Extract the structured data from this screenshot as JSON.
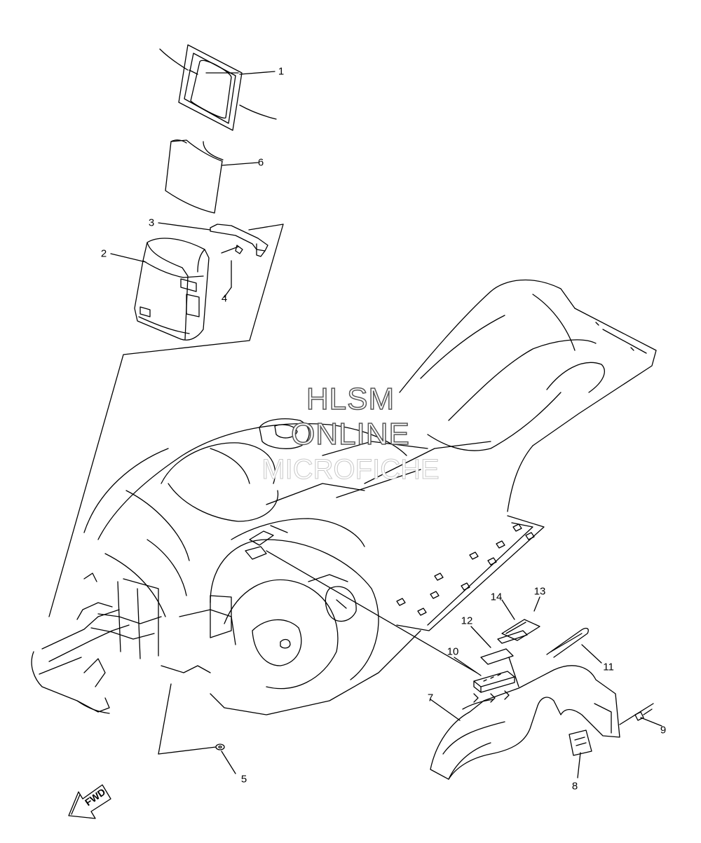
{
  "watermark": {
    "line1": "HLSM",
    "line2": "ONLINE",
    "line3": "MICROFICHE"
  },
  "direction_arrow": {
    "label": "FWD"
  },
  "callouts": [
    {
      "ref": "1",
      "part": "part-1"
    },
    {
      "ref": "2",
      "part": "part-2"
    },
    {
      "ref": "3",
      "part": "part-3"
    },
    {
      "ref": "4",
      "part": "part-4"
    },
    {
      "ref": "5",
      "part": "part-5"
    },
    {
      "ref": "6",
      "part": "part-6"
    },
    {
      "ref": "7",
      "part": "part-7"
    },
    {
      "ref": "8",
      "part": "part-8"
    },
    {
      "ref": "9",
      "part": "part-9"
    },
    {
      "ref": "10",
      "part": "part-10"
    },
    {
      "ref": "11",
      "part": "part-11"
    },
    {
      "ref": "12",
      "part": "part-12"
    },
    {
      "ref": "13",
      "part": "part-13"
    },
    {
      "ref": "14",
      "part": "part-14"
    }
  ],
  "colors": {
    "line": "#000000",
    "background": "#ffffff",
    "watermark_stroke": "#555555"
  }
}
